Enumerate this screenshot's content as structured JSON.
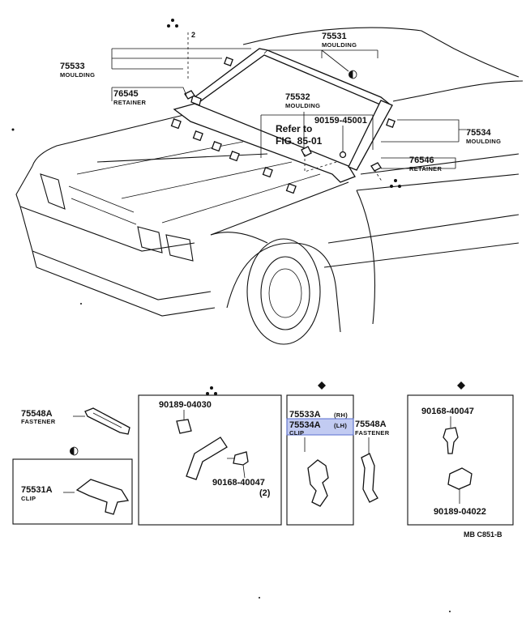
{
  "labels": {
    "p75531": {
      "number": "75531",
      "name": "MOULDING"
    },
    "p75533": {
      "number": "75533",
      "name": "MOULDING"
    },
    "p76545": {
      "number": "76545",
      "name": "RETAINER"
    },
    "p75532": {
      "number": "75532",
      "name": "MOULDING"
    },
    "p90159": {
      "number": "90159-45001"
    },
    "refer": {
      "line1": "Refer to",
      "line2": "FIG. 85-01"
    },
    "p75534": {
      "number": "75534",
      "name": "MOULDING"
    },
    "p76546": {
      "number": "76546",
      "name": "RETAINER"
    },
    "p75548a_left": {
      "number": "75548A",
      "name": "FASTENER"
    },
    "p75531a": {
      "number": "75531A",
      "name": "CLIP"
    },
    "p90189_04030": {
      "number": "90189-04030"
    },
    "p90168_40047_mid": {
      "number": "90168-40047",
      "qty": "(2)"
    },
    "p75533a": {
      "number": "75533A",
      "side": "(RH)"
    },
    "p75534a": {
      "number": "75534A",
      "side": "(LH)",
      "name": "CLIP"
    },
    "p75548a_right": {
      "number": "75548A",
      "name": "FASTENER"
    },
    "p90168_40047_right": {
      "number": "90168-40047"
    },
    "p90189_04022": {
      "number": "90189-04022"
    },
    "figure_code": "MB  C851-B",
    "small_mark": "2"
  },
  "highlight_color": "#8fa0e8"
}
